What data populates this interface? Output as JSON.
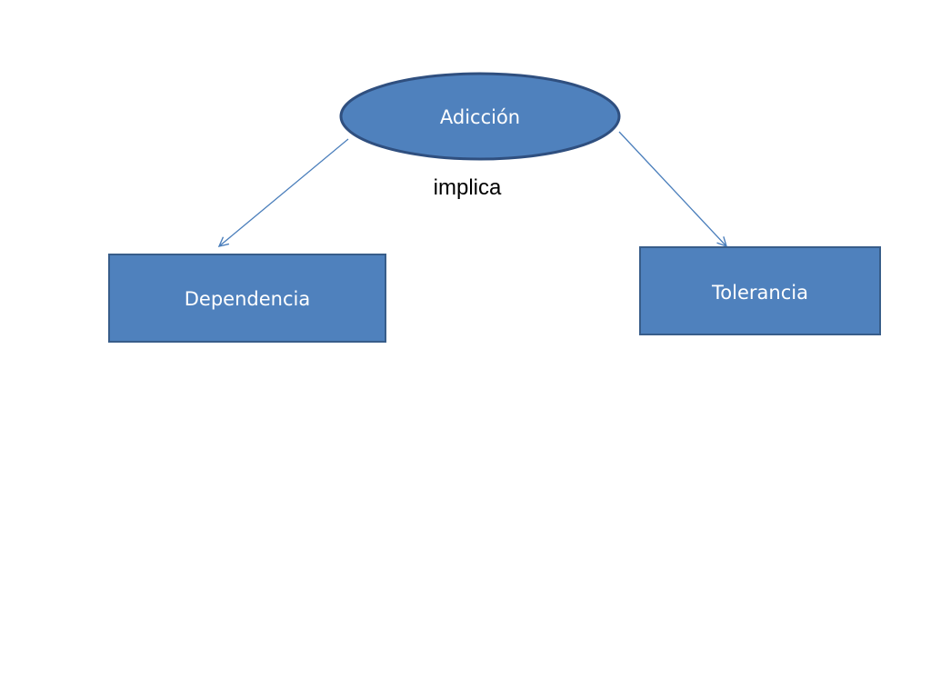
{
  "diagram": {
    "nodes": {
      "root": {
        "label": "Adicción",
        "shape": "ellipse"
      },
      "left": {
        "label": "Dependencia",
        "shape": "rectangle"
      },
      "right": {
        "label": "Tolerancia",
        "shape": "rectangle"
      }
    },
    "edges": [
      {
        "from": "root",
        "to": "left"
      },
      {
        "from": "root",
        "to": "right"
      }
    ],
    "edge_label": "implica",
    "colors": {
      "node_fill": "#4f81bd",
      "node_stroke": "#385d8a",
      "ellipse_stroke": "#2f4f7f",
      "edge": "#4a7ebb",
      "text": "#ffffff",
      "label_text": "#000000"
    }
  }
}
